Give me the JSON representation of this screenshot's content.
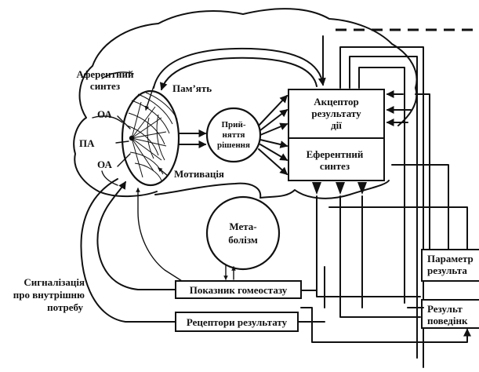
{
  "labels": {
    "afferent_1": "Аферентний",
    "afferent_2": "синтез",
    "memory": "Пам’ять",
    "oa_top": "ОА",
    "pa": "ПА",
    "oa_bottom": "ОА",
    "motivation": "Мотивація",
    "decision_1": "Прий-",
    "decision_2": "няття",
    "decision_3": "рішення",
    "acceptor_1": "Акцептор",
    "acceptor_2": "результату",
    "acceptor_3": "дії",
    "efferent_1": "Еферентний",
    "efferent_2": "синтез",
    "metabolism_1": "Мета-",
    "metabolism_2": "болізм",
    "homeostasis": "Показник гомеостазу",
    "receptors": "Рецептори результату",
    "parameters_1": "Параметр",
    "parameters_2": "результа",
    "result_1": "Результ",
    "result_2": "поведінк",
    "signal_1": "Сигналізація",
    "signal_2": "про внутрішню",
    "signal_3": "потребу"
  }
}
